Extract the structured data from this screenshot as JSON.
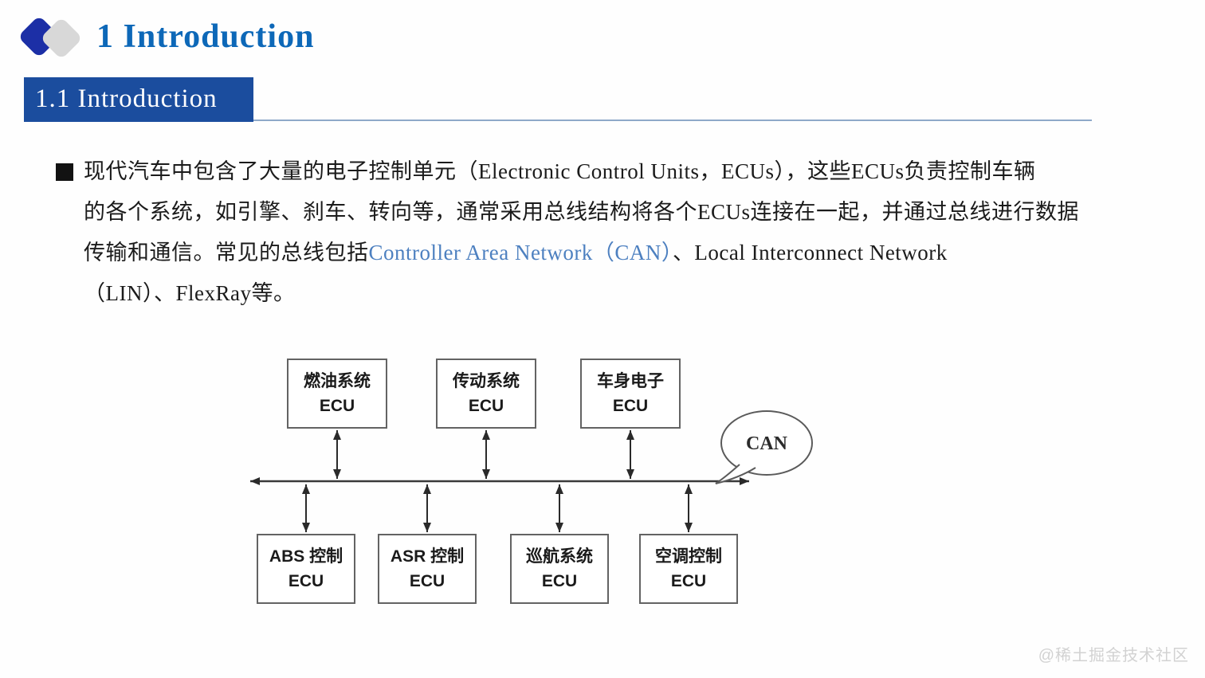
{
  "header": {
    "title": "1 Introduction",
    "logo": {
      "left_diamond": "blue-diamond",
      "right_diamond": "gray-diamond"
    }
  },
  "section": {
    "label": "1.1 Introduction"
  },
  "paragraph": {
    "bullet": "■",
    "line1": "现代汽车中包含了大量的电子控制单元（Electronic Control Units，ECUs），这些ECUs负责控制车辆",
    "line2": "的各个系统，如引擎、刹车、转向等，通常采用总线结构将各个ECUs连接在一起，并通过总线进行数据",
    "line3_pre": "传输和通信。常见的总线包括",
    "line3_link": "Controller Area Network（CAN）",
    "line3_post": "、Local Interconnect Network",
    "line4": "（LIN）、FlexRay等。"
  },
  "diagram": {
    "bus_label": "CAN",
    "top_nodes": [
      {
        "name": "燃油系统",
        "sub": "ECU"
      },
      {
        "name": "传动系统",
        "sub": "ECU"
      },
      {
        "name": "车身电子",
        "sub": "ECU"
      }
    ],
    "bottom_nodes": [
      {
        "name": "ABS 控制",
        "sub": "ECU"
      },
      {
        "name": "ASR 控制",
        "sub": "ECU"
      },
      {
        "name": "巡航系统",
        "sub": "ECU"
      },
      {
        "name": "空调控制",
        "sub": "ECU"
      }
    ]
  },
  "watermark": "@稀土掘金技术社区",
  "colors": {
    "title_blue": "#0d68b8",
    "section_bg": "#1b4d9e",
    "section_rule": "#8fa9c9",
    "link_blue": "#4d80c0",
    "logo_blue": "#1c2fa6",
    "logo_gray": "#d8d8d8",
    "diagram_stroke": "#3a3a3a",
    "watermark_gray": "#d2d2d2"
  }
}
